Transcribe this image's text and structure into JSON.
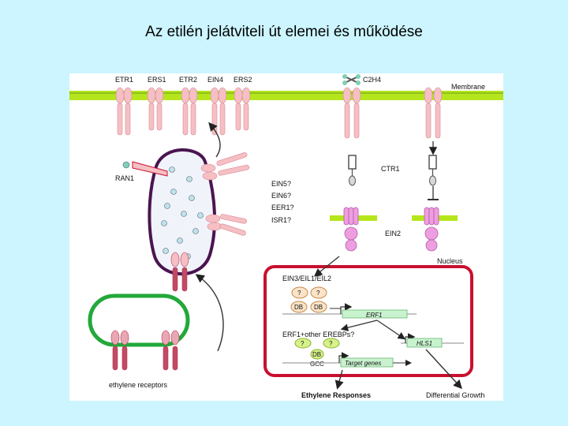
{
  "title": "Az etilén jelátviteli út elemei és működése",
  "receptors_top": [
    "ETR1",
    "ERS1",
    "ETR2",
    "EIN4",
    "ERS2"
  ],
  "ligand": "C2H4",
  "membrane_label": "Membrane",
  "ran1": "RAN1",
  "ctr1": "CTR1",
  "ein2": "EIN2",
  "candidates": [
    "EIN5?",
    "EIN6?",
    "EER1?",
    "ISR1?"
  ],
  "nucleus_label": "Nucleus",
  "ein3_family": "EIN3/EIL1/EIL2",
  "erf1_family": "ERF1+other EREBPs?",
  "question": "?",
  "db": "DB",
  "gcc": "GCC",
  "erf1_gene": "ERF1",
  "hls1_gene": "HLS1",
  "target_genes": "Target genes",
  "ethylene_receptors": "ethylene receptors",
  "ethylene_responses": "Ethylene Responses",
  "differential_growth": "Differential Growth",
  "colors": {
    "background": "#ccf5ff",
    "membrane": "#b5e61d",
    "receptor": "#f6bfc4",
    "receptor_dark": "#b23a54",
    "ein2": "#ee9ee0",
    "nucleus_border": "#c8102e",
    "vesicle_border": "#4a1550",
    "er_ring": "#23a83a"
  }
}
